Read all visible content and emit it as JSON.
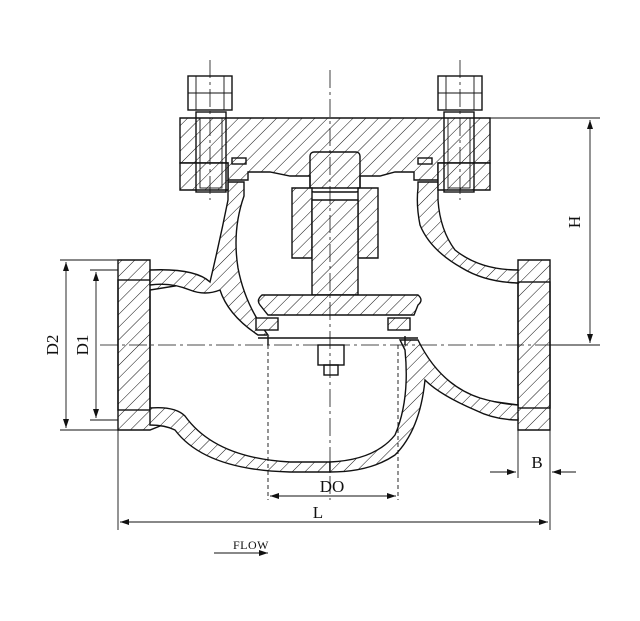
{
  "labels": {
    "height": "H",
    "outer_diameter": "D2",
    "bore_diameter": "D1",
    "seat_diameter": "DO",
    "length": "L",
    "socket_depth": "B",
    "flow": "FLOW"
  },
  "colors": {
    "line": "#111111",
    "background": "#ffffff"
  }
}
